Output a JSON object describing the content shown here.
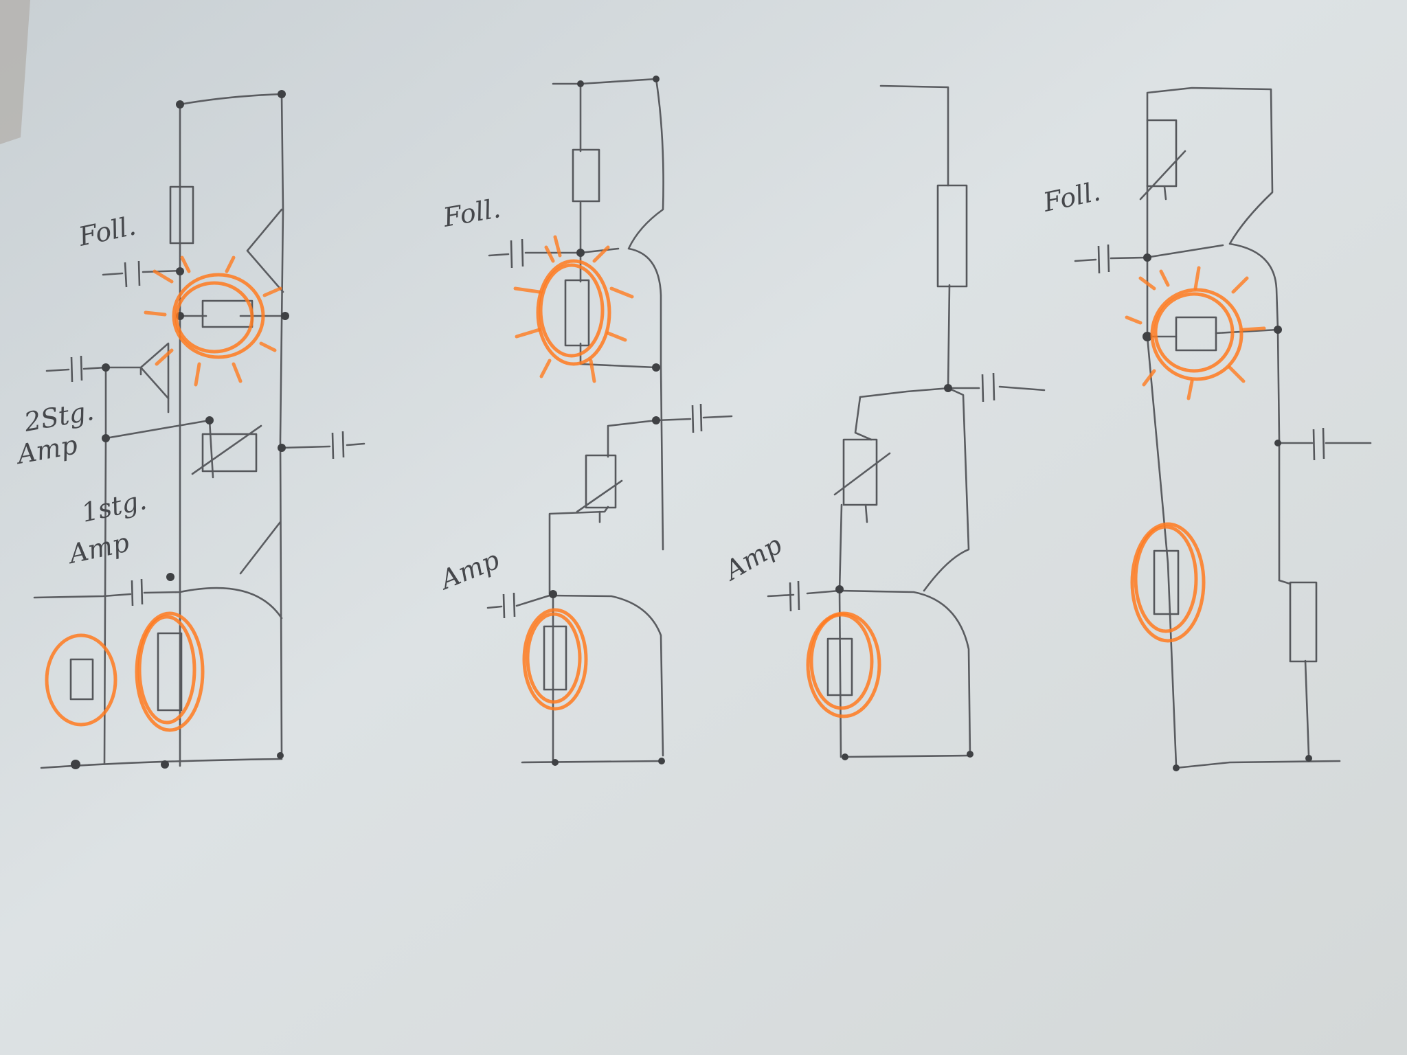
{
  "labels": {
    "c1_follower": "Foll.",
    "c1_stage2": "2Stg.",
    "c1_stage2_amp": "Amp",
    "c1_stage1": "1stg.",
    "c1_stage1_amp": "Amp",
    "c2_follower": "Foll.",
    "c2_amp": "Amp",
    "c3_amp": "Amp",
    "c4_follower": "Foll."
  },
  "colors": {
    "paper": "#d6dcdf",
    "pencil": "#55575b",
    "highlighter": "#ff7a1e"
  }
}
